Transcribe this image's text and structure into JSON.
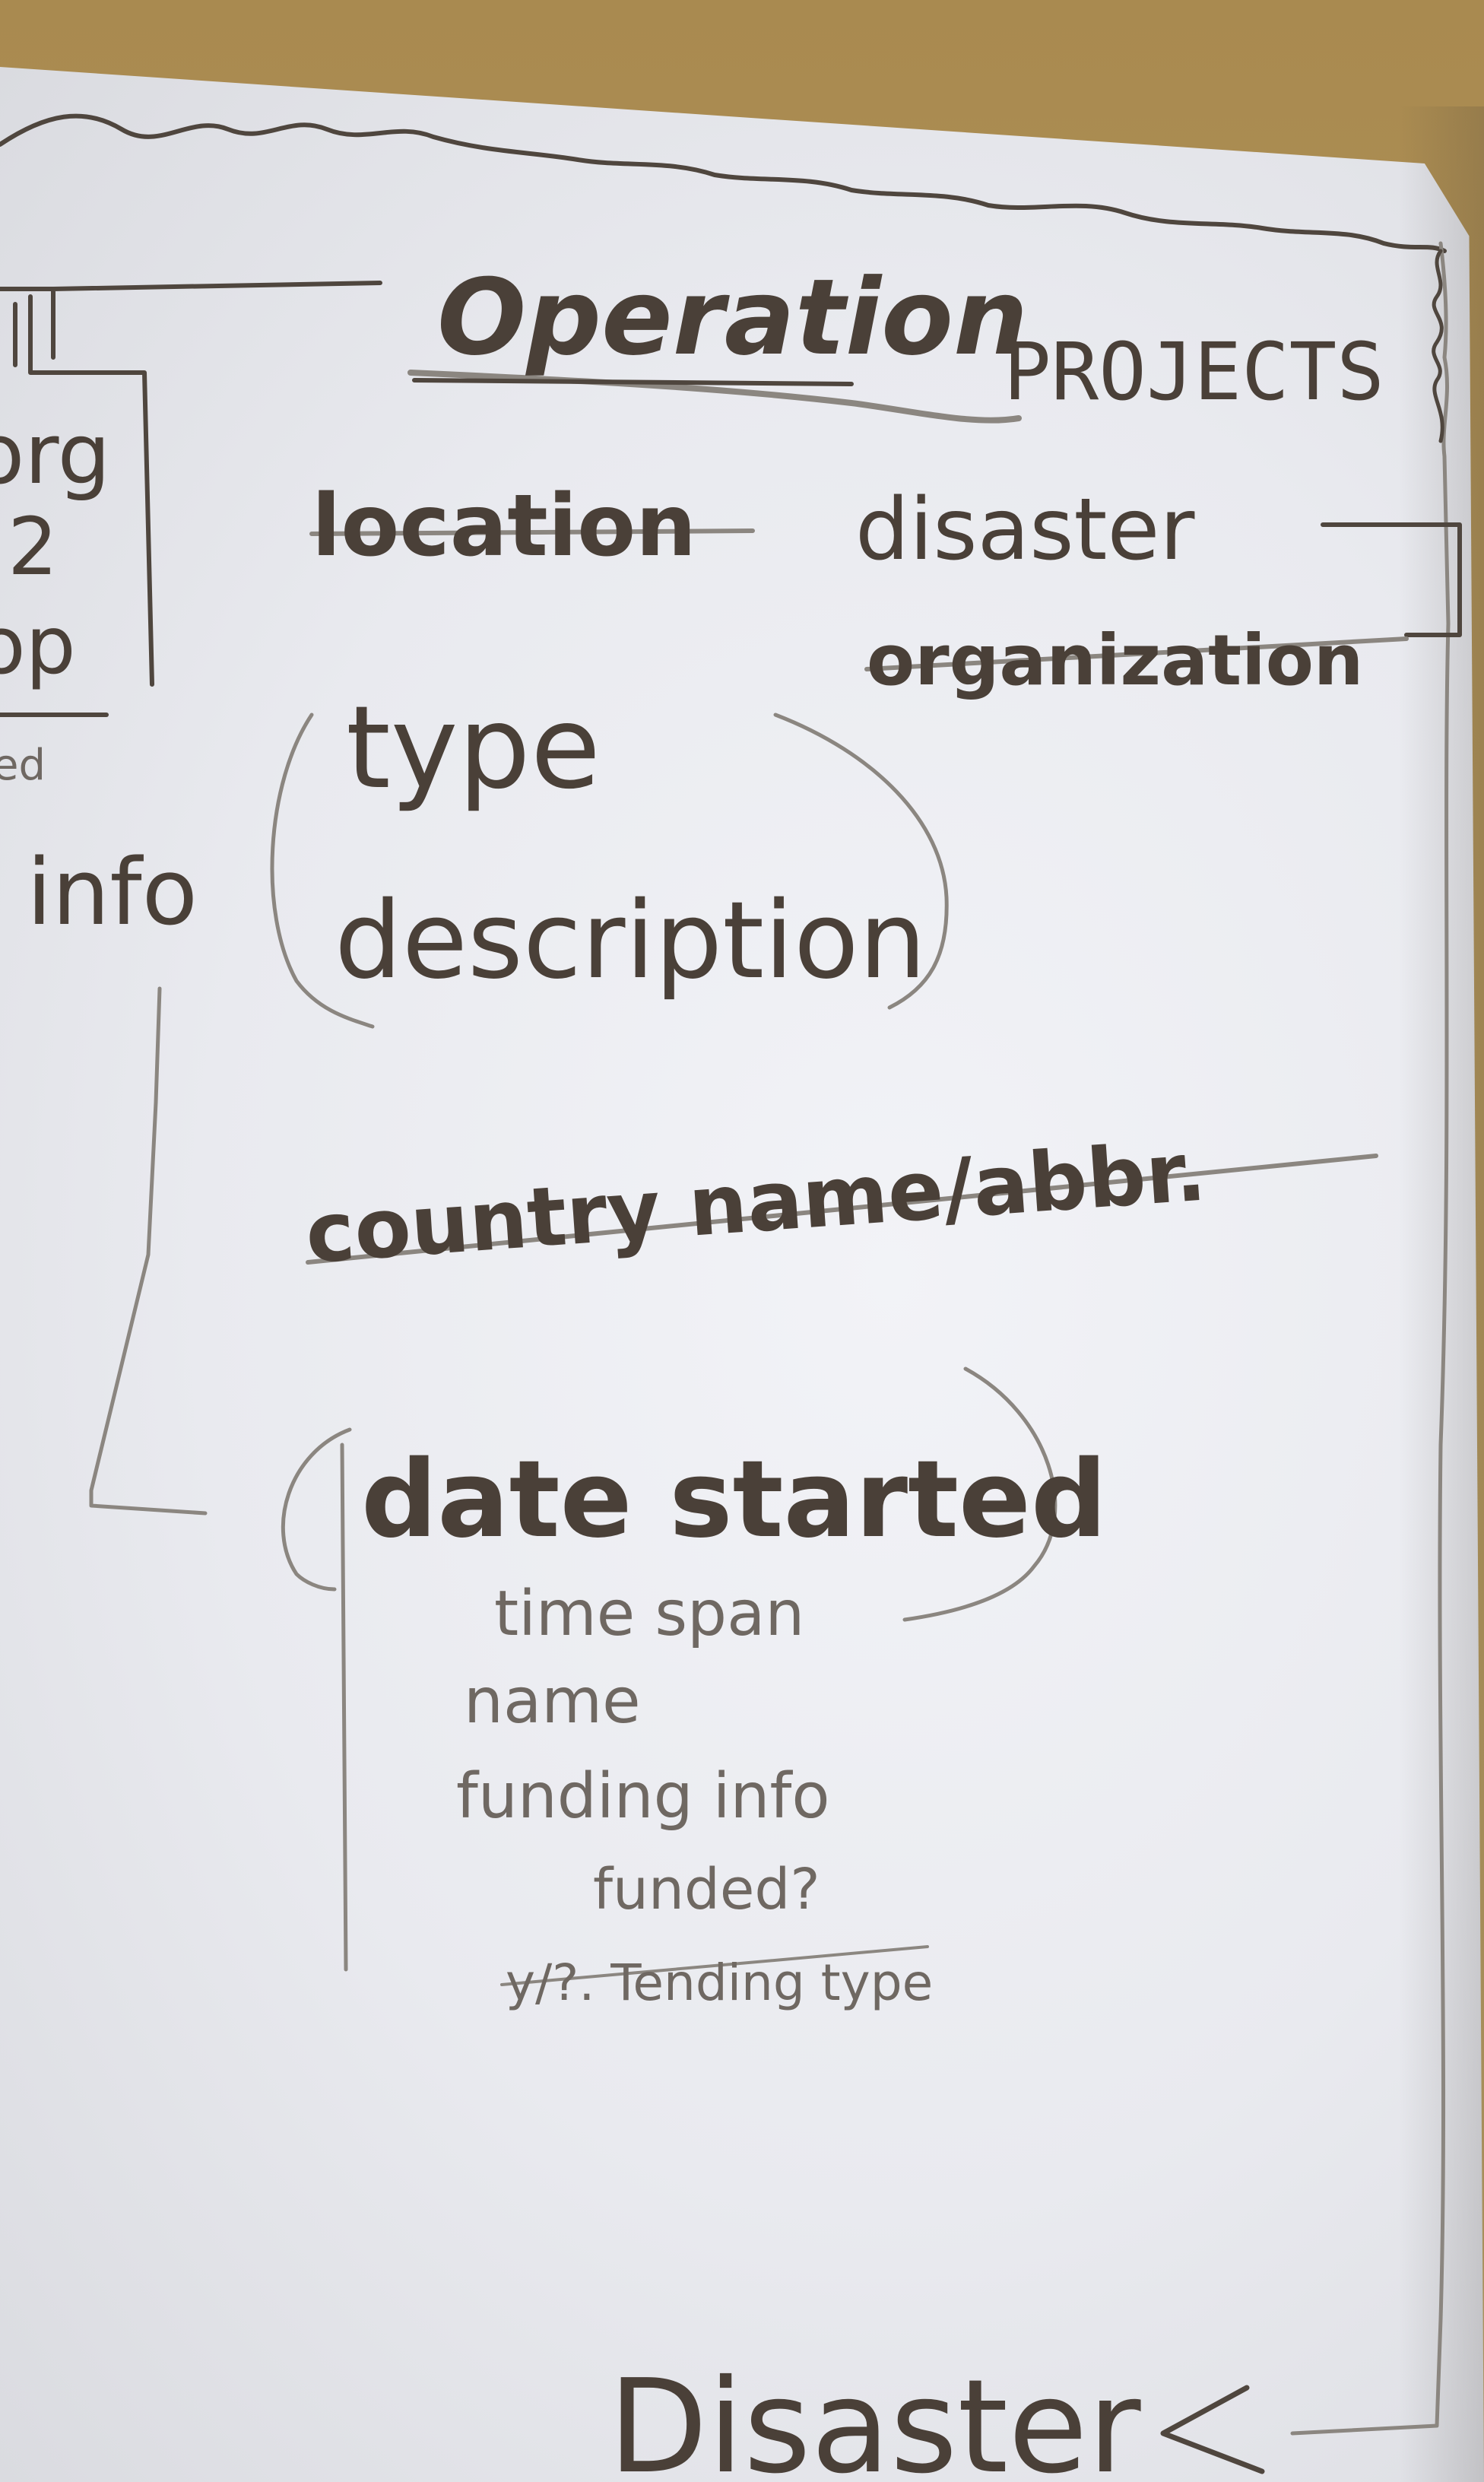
{
  "sketch": {
    "title": "Operation",
    "heading": "PROJECTS",
    "fields": {
      "location": "location",
      "disaster": "disaster",
      "organization": "organization",
      "type": "type",
      "description": "description",
      "country": "country name/abbr.",
      "date_started": "date started",
      "time_span": "time span",
      "name": "name",
      "funding_info": "funding info",
      "funded": "funded?",
      "funding_type": "y/?. Tending type"
    },
    "left_margin": {
      "line1": "org",
      "line2": "2",
      "line3": "op",
      "line4": "ed",
      "info": "info"
    },
    "bottom": {
      "disaster_entity": "Disaster"
    }
  }
}
